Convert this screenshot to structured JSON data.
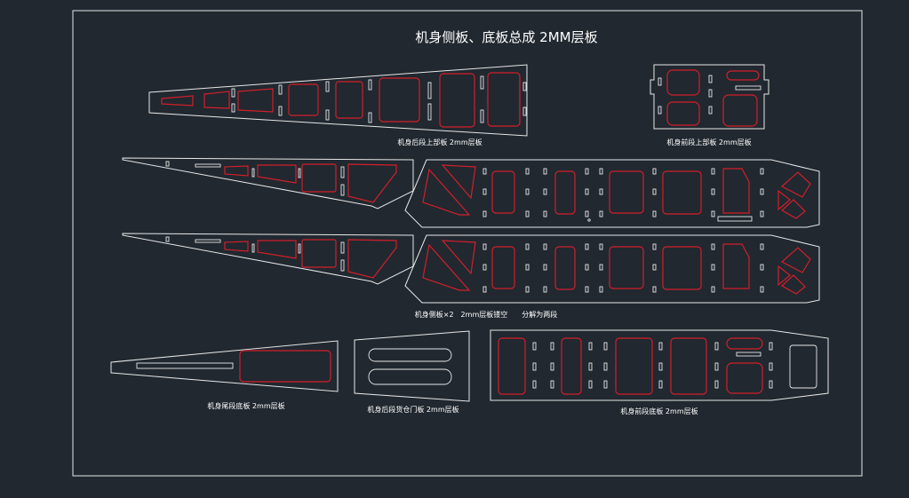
{
  "title": "机身侧板、底板总成 2MM层板",
  "labels": {
    "rear_top": "机身后段上部板 2mm层板",
    "front_top": "机身前段上部板 2mm层板",
    "side": "机身侧板×2　2mm层板镂空　　分解为两段",
    "tail_bottom": "机身尾段底板 2mm层板",
    "rear_hatch": "机身后段货仓门板 2mm层板",
    "front_bottom": "机身前段底板 2mm层板"
  },
  "colors": {
    "background": "#212830",
    "outline": "#e8e8e8",
    "cutout": "#d11f2a",
    "text": "#ffffff"
  }
}
